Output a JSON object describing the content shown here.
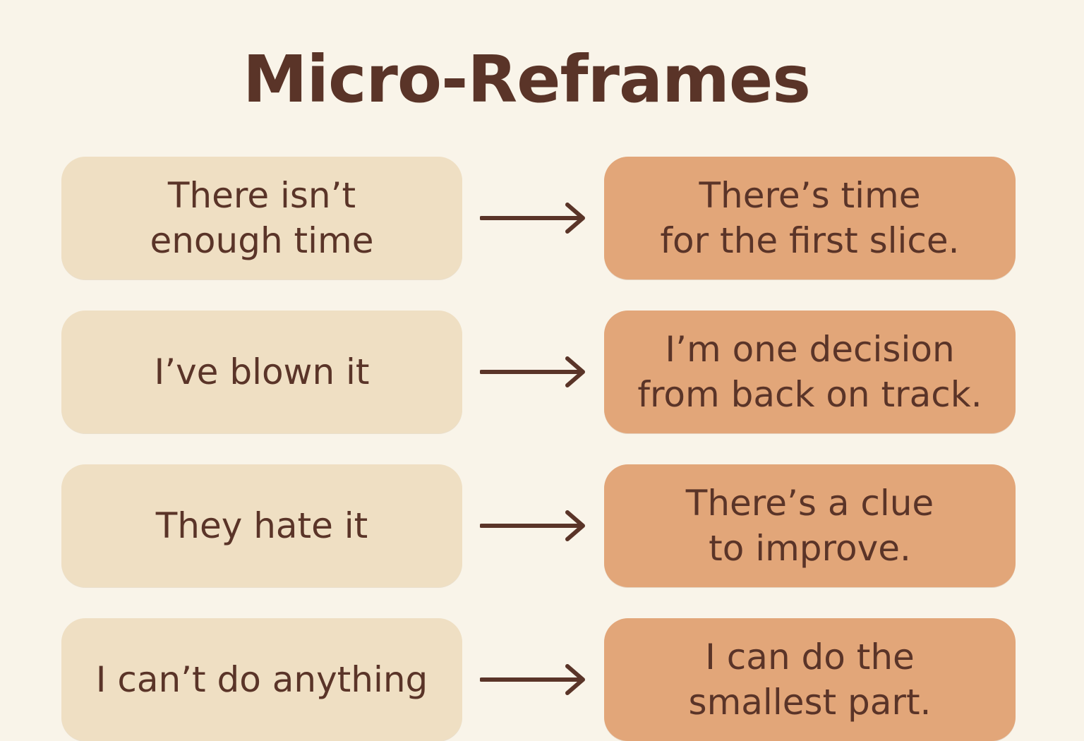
{
  "title": "Micro-Reframes",
  "reframes": [
    {
      "from": "There isn’t\nenough time",
      "to": "There’s time\nfor the first slice."
    },
    {
      "from": "I’ve blown it",
      "to": "I’m one decision\nfrom back on track."
    },
    {
      "from": "They hate it",
      "to": "There’s a clue\nto improve."
    },
    {
      "from": "I can’t do anything",
      "to": "I can do the\nsmallest part."
    }
  ],
  "colors": {
    "background": "#f9f4e9",
    "text": "#5a3428",
    "from_card": "#efdfc3",
    "to_card": "#e2a679"
  }
}
